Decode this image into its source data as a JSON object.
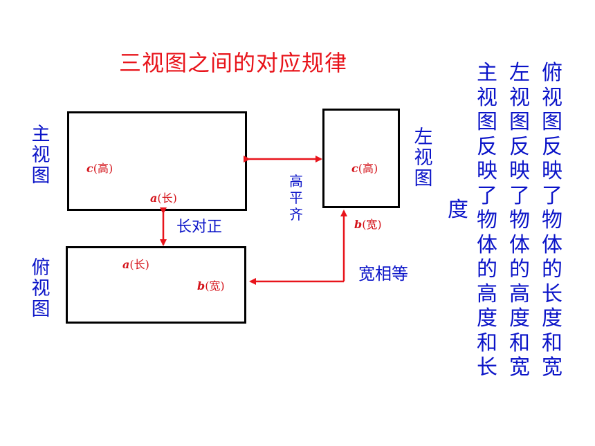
{
  "title": "三视图之间的对应规律",
  "views": {
    "front": "主视图",
    "left": "左视图",
    "top": "俯视图"
  },
  "dims": {
    "front_c": {
      "var": "c",
      "text": "(高)"
    },
    "front_a": {
      "var": "a",
      "text": "(长)"
    },
    "left_c": {
      "var": "c",
      "text": "(高)"
    },
    "left_b": {
      "var": "b",
      "text": "(宽)"
    },
    "top_a": {
      "var": "a",
      "text": "(长)"
    },
    "top_b": {
      "var": "b",
      "text": "(宽)"
    }
  },
  "relations": {
    "length": "长对正",
    "height": "高平齐",
    "width": "宽相等"
  },
  "explanations": {
    "top_view": "俯视图反映了物体的长度和宽",
    "left_view": "左视图反映了物体的高度和宽",
    "front_view": "主视图反映了物体的高度和长",
    "overflow": "度"
  },
  "colors": {
    "title": "#e8141b",
    "label": "#0b14c8",
    "arrow": "#e8141b",
    "box": "#000000"
  }
}
